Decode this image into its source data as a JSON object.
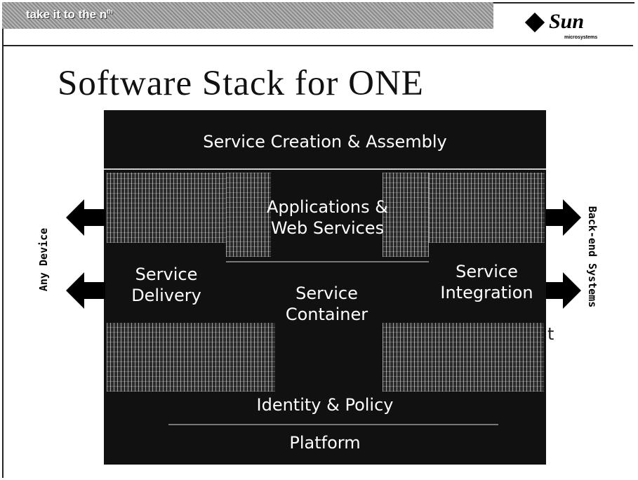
{
  "header": {
    "banner_text": "take it to the n",
    "banner_superscript": "th",
    "logo_word": "Sun",
    "logo_sub": "microsystems"
  },
  "slide": {
    "title": "Software Stack for ONE"
  },
  "stack": {
    "top_layer": "Service Creation & Assembly",
    "apps_line1": "Applications &",
    "apps_line2": "Web Services",
    "delivery_line1": "Service",
    "delivery_line2": "Delivery",
    "container_line1": "Service",
    "container_line2": "Container",
    "integration_line1": "Service",
    "integration_line2": "Integration",
    "stray_text": "t",
    "identity": "Identity & Policy",
    "platform": "Platform"
  },
  "sides": {
    "left_label": "Any Device",
    "right_label": "Back-end Systems"
  }
}
